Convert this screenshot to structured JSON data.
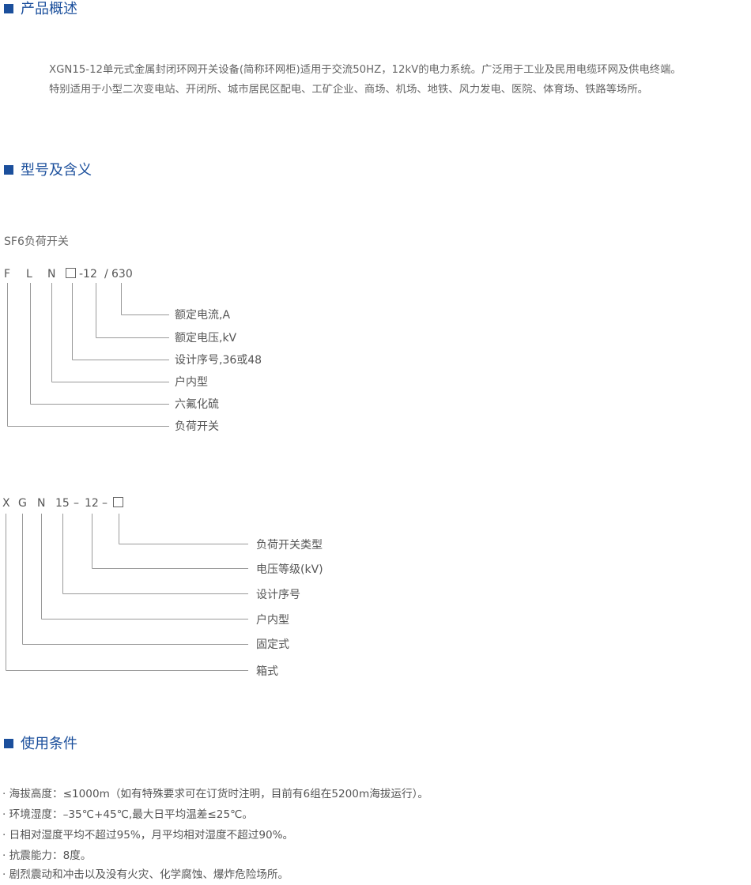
{
  "sections": {
    "overview": {
      "title": "产品概述",
      "lines": [
        "XGN15-12单元式金属封闭环网开关设备(简称环网柜)适用于交流50HZ，12kV的电力系统。广泛用于工业及民用电缆环网及供电终端。",
        "特别适用于小型二次变电站、开闭所、城市居民区配电、工矿企业、商场、机场、地铁、风力发电、医院、体育场、铁路等场所。"
      ]
    },
    "model": {
      "title": "型号及含义",
      "sf6": {
        "subtitle": "SF6负荷开关",
        "code": [
          "F",
          "L",
          "N",
          "-12",
          "/",
          "630"
        ],
        "labels": [
          "额定电流,A",
          "额定电压,kV",
          "设计序号,36或48",
          "户内型",
          "六氟化硫",
          "负荷开关"
        ]
      },
      "xgn": {
        "code": [
          "X",
          "G",
          "N",
          "15",
          "–",
          "12",
          "–"
        ],
        "labels": [
          "负荷开关类型",
          "电压等级(kV)",
          "设计序号",
          "户内型",
          "固定式",
          "箱式"
        ]
      }
    },
    "conditions": {
      "title": "使用条件",
      "items": [
        "· 海拔高度：≤1000m（如有特殊要求可在订货时注明，目前有6组在5200m海拔运行）。",
        "· 环境湿度：–35℃+45℃,最大日平均温差≤25℃。",
        "· 日相对湿度平均不超过95%，月平均相对湿度不超过90%。",
        "· 抗震能力：8度。",
        "· 剧烈震动和冲击以及没有火灾、化学腐蚀、爆炸危险场所。"
      ]
    }
  },
  "colors": {
    "accent": "#1b4f9c",
    "text": "#555555",
    "line": "#9a9a9a"
  }
}
